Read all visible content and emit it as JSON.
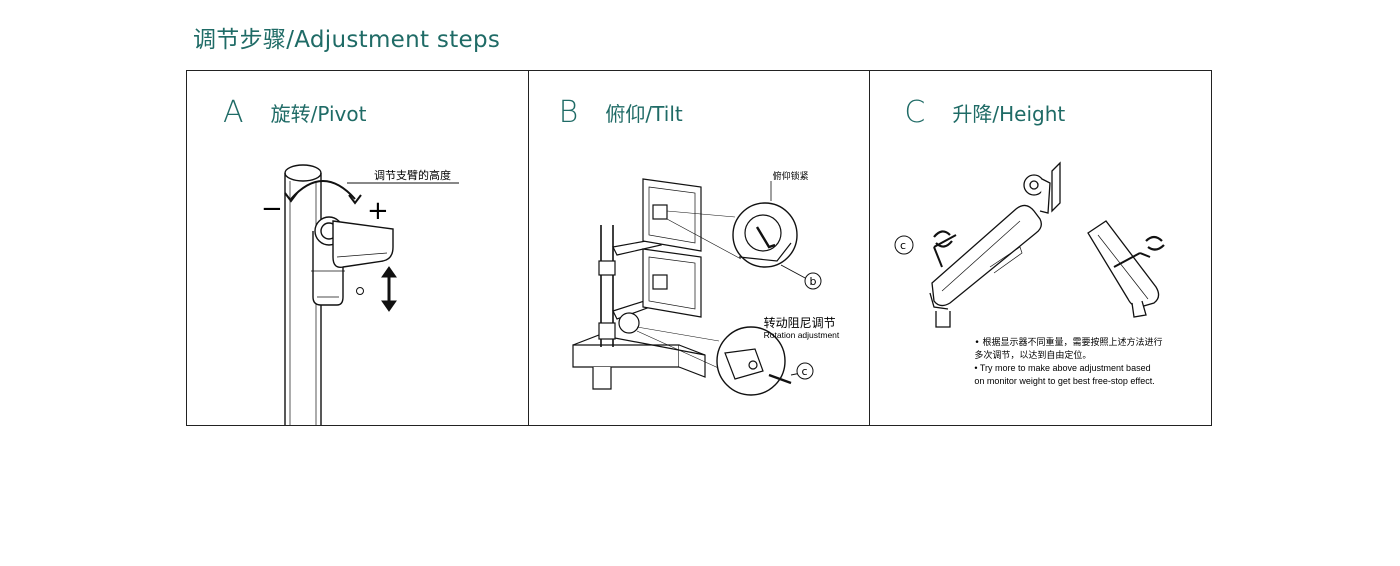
{
  "page": {
    "title": "调节步骤/Adjustment steps",
    "accent_color": "#1f6b66"
  },
  "panels": [
    {
      "letter": "A",
      "name": "旋转/Pivot",
      "callout": "调节支臂的高度",
      "minus_symbol": "−",
      "plus_symbol": "+"
    },
    {
      "letter": "B",
      "name": "俯仰/Tilt",
      "lock_label": "俯仰锁紧",
      "marker_b": "b",
      "marker_c": "c",
      "rotation_cn": "转动阻尼调节",
      "rotation_en": "Rotation adjustment"
    },
    {
      "letter": "C",
      "name": "升降/Height",
      "marker_c": "c",
      "notes": [
        "• 根据显示器不同重量，需要按照上述方法进行",
        "   多次调节，以达到自由定位。",
        "• Try more to make above adjustment based",
        "   on monitor weight to get best free-stop effect."
      ]
    }
  ]
}
